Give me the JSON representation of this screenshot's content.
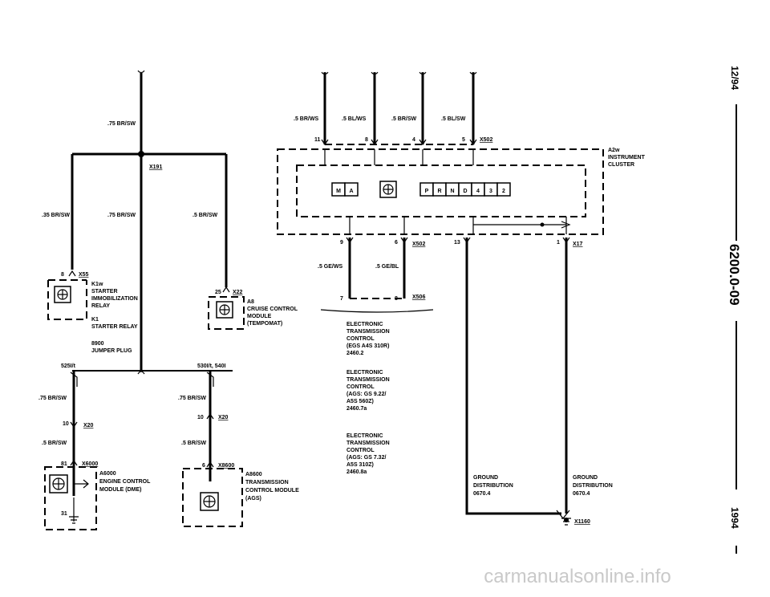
{
  "side": {
    "date": "12/94",
    "doc_number": "6200.0-09",
    "year": "1994"
  },
  "watermark": "carmanualsonline.info",
  "wires": {
    "w1": ".75 BR/SW",
    "w2": ".35 BR/SW",
    "w3": ".75 BR/SW",
    "w4": ".5 BR/SW",
    "w5": ".75 BR/SW",
    "w6": ".5 BR/SW",
    "w7": ".75 BR/SW",
    "w8": ".5 BR/SW",
    "t1": ".5 BR/WS",
    "t2": ".5 BL/WS",
    "t3": ".5 BR/SW",
    "t4": ".5 BL/SW",
    "g1": ".5 GE/WS",
    "g2": ".5 GE/BL"
  },
  "connectors": {
    "x191": "X191",
    "x55": "X55",
    "x22": "X22",
    "x20a": "X20",
    "x20b": "X20",
    "x6000": "X6000",
    "x8600": "X8600",
    "x502a": "X502",
    "x502b": "X502",
    "x506": "X506",
    "x17": "X17",
    "x1160": "X1160",
    "split1": "525I/t",
    "split2": "530I/t, 540I"
  },
  "pins": {
    "p8": "8",
    "p25": "25",
    "p10a": "10",
    "p10b": "10",
    "p81": "81",
    "p31": "31",
    "p6": "6",
    "p11": "11",
    "p8b": "8",
    "p4": "4",
    "p5": "5",
    "p9": "9",
    "p6b": "6",
    "p7": "7",
    "p8c": "8",
    "p13": "13",
    "p1": "1"
  },
  "components": {
    "k1w": [
      "K1w",
      "STARTER",
      "IMMOBILIZATION",
      "RELAY"
    ],
    "k1": [
      "K1",
      "STARTER RELAY"
    ],
    "plug": [
      "8900",
      "JUMPER PLUG"
    ],
    "a8": [
      "A8",
      "CRUISE CONTROL",
      "MODULE",
      "(TEMPOMAT)"
    ],
    "a6000": [
      "A6000",
      "ENGINE CONTROL",
      "MODULE (DME)"
    ],
    "a8600": [
      "A8600",
      "TRANSMISSION",
      "CONTROL MODULE",
      "(AGS)"
    ],
    "a2w": [
      "A2w",
      "INSTRUMENT",
      "CLUSTER"
    ],
    "etc1": [
      "ELECTRONIC",
      "TRANSMISSION",
      "CONTROL",
      "(EGS A4S 310R)",
      "2460.2"
    ],
    "etc2": [
      "ELECTRONIC",
      "TRANSMISSION",
      "CONTROL",
      "(AGS: GS 9.22/",
      "A5S 560Z)",
      "2460.7a"
    ],
    "etc3": [
      "ELECTRONIC",
      "TRANSMISSION",
      "CONTROL",
      "(AGS: GS 7.32/",
      "A5S 310Z)",
      "2460.8a"
    ],
    "gd1": [
      "GROUND",
      "DISTRIBUTION",
      "0670.4"
    ],
    "gd2": [
      "GROUND",
      "DISTRIBUTION",
      "0670.4"
    ]
  },
  "display": {
    "ma": [
      "M",
      "A"
    ],
    "gear": [
      "P",
      "R",
      "N",
      "D",
      "4",
      "3",
      "2"
    ]
  }
}
